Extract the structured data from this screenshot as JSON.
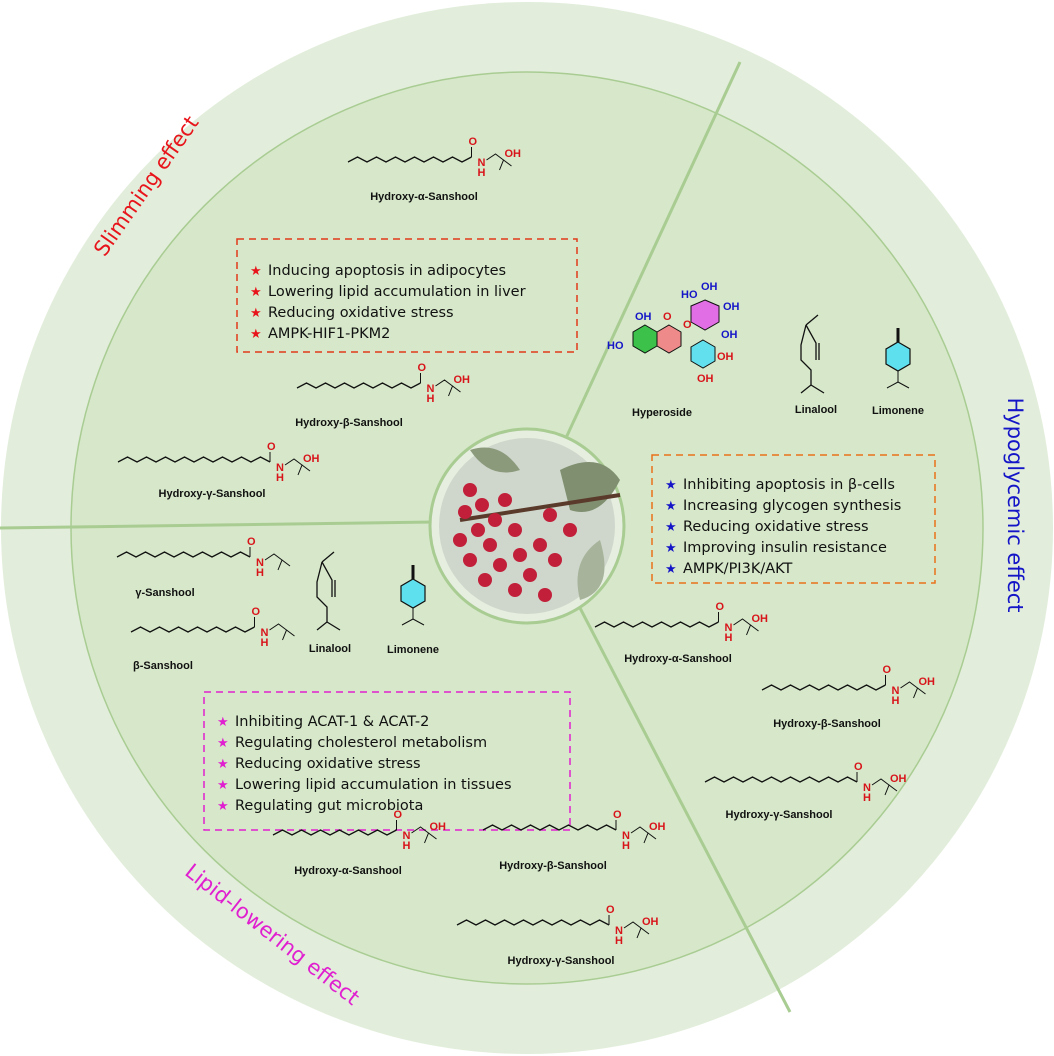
{
  "sections": {
    "slimming": {
      "title": "Slimming effect",
      "color": "#e8141b",
      "items": [
        "Inducing apoptosis in adipocytes",
        "Lowering lipid accumulation in liver",
        "Reducing oxidative stress",
        "AMPK-HIF1-PKM2"
      ],
      "compounds": [
        "Hydroxy-α-Sanshool",
        "Hydroxy-β-Sanshool",
        "Hydroxy-γ-Sanshool"
      ]
    },
    "hypoglycemic": {
      "title": "Hypoglycemic effect",
      "color": "#1515c8",
      "items": [
        "Inhibiting apoptosis in β-cells",
        "Increasing glycogen synthesis",
        "Reducing oxidative stress",
        "Improving insulin resistance",
        "AMPK/PI3K/AKT"
      ],
      "compounds": [
        "Hyperoside",
        "Linalool",
        "Limonene",
        "Hydroxy-α-Sanshool",
        "Hydroxy-β-Sanshool",
        "Hydroxy-γ-Sanshool"
      ]
    },
    "lipid": {
      "title": "Lipid-lowering effect",
      "color": "#e020d0",
      "items": [
        "Inhibiting ACAT-1 & ACAT-2",
        "Regulating cholesterol metabolism",
        "Reducing oxidative stress",
        "Lowering lipid accumulation in tissues",
        "Regulating gut microbiota"
      ],
      "compounds": [
        "γ-Sanshool",
        "β-Sanshool",
        "Linalool",
        "Limonene",
        "Hydroxy-α-Sanshool",
        "Hydroxy-β-Sanshool",
        "Hydroxy-γ-Sanshool"
      ]
    }
  },
  "star": "★",
  "atoms": {
    "O": "O",
    "N": "N",
    "H": "H",
    "OH": "OH",
    "HO": "HO"
  }
}
